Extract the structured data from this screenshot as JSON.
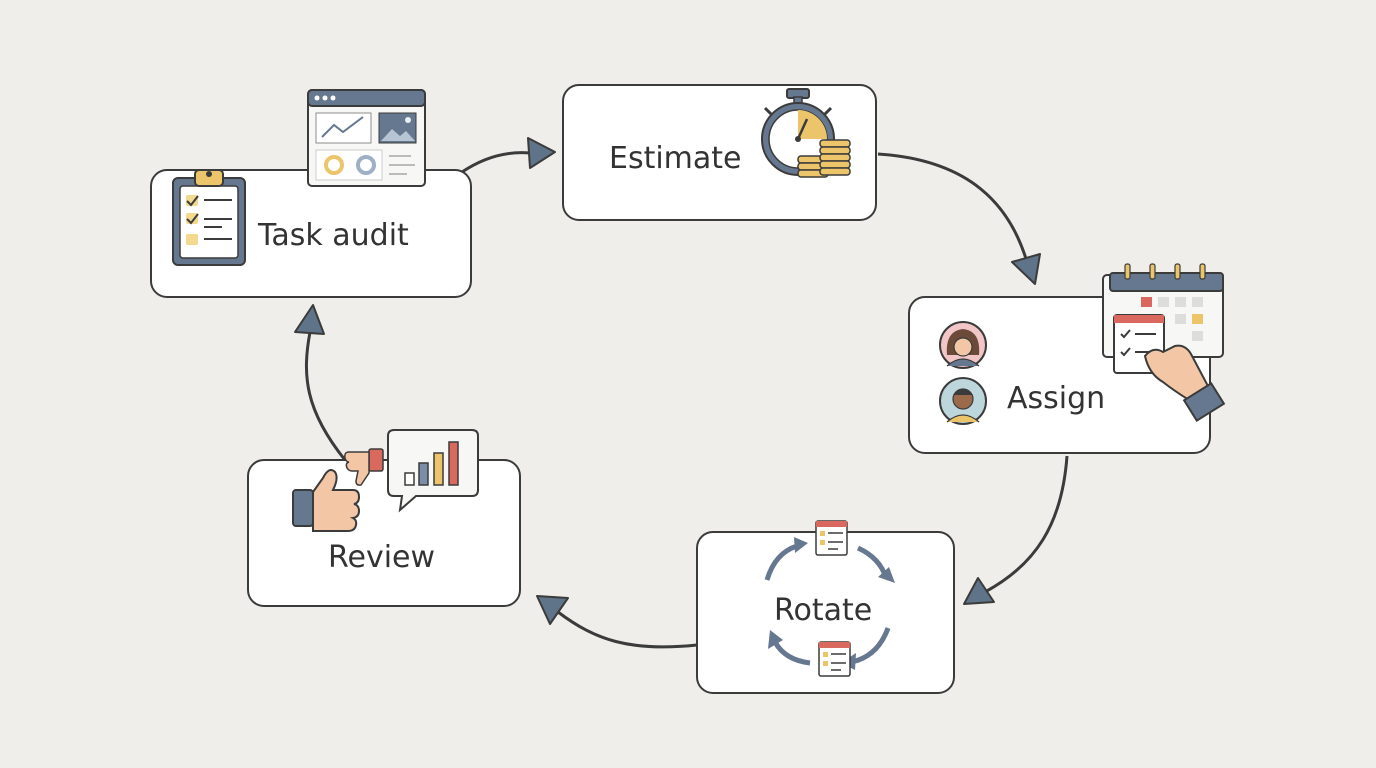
{
  "diagram": {
    "steps": [
      {
        "id": "task-audit",
        "label": "Task audit"
      },
      {
        "id": "estimate",
        "label": "Estimate"
      },
      {
        "id": "assign",
        "label": "Assign"
      },
      {
        "id": "rotate",
        "label": "Rotate"
      },
      {
        "id": "review",
        "label": "Review"
      }
    ],
    "flow": [
      "task-audit",
      "estimate",
      "assign",
      "rotate",
      "review",
      "task-audit"
    ]
  },
  "colors": {
    "background": "#efeeeb",
    "card": "#ffffff",
    "outline": "#3b3b3b",
    "arrow": "#5f7389",
    "accent_yellow": "#ecc56a",
    "accent_red": "#d9685f",
    "chart_blue": "#7c8ea7"
  },
  "icons": {
    "task_audit": [
      "clipboard-checklist-icon",
      "dashboard-window-icon"
    ],
    "estimate": [
      "stopwatch-icon",
      "coin-stack-icon"
    ],
    "assign": [
      "avatar-woman-icon",
      "avatar-man-icon",
      "calendar-icon",
      "hand-pointing-icon"
    ],
    "rotate": [
      "circular-arrows-icon",
      "task-card-icon"
    ],
    "review": [
      "thumbs-up-icon",
      "thumbs-down-icon",
      "bar-chart-bubble-icon"
    ]
  }
}
